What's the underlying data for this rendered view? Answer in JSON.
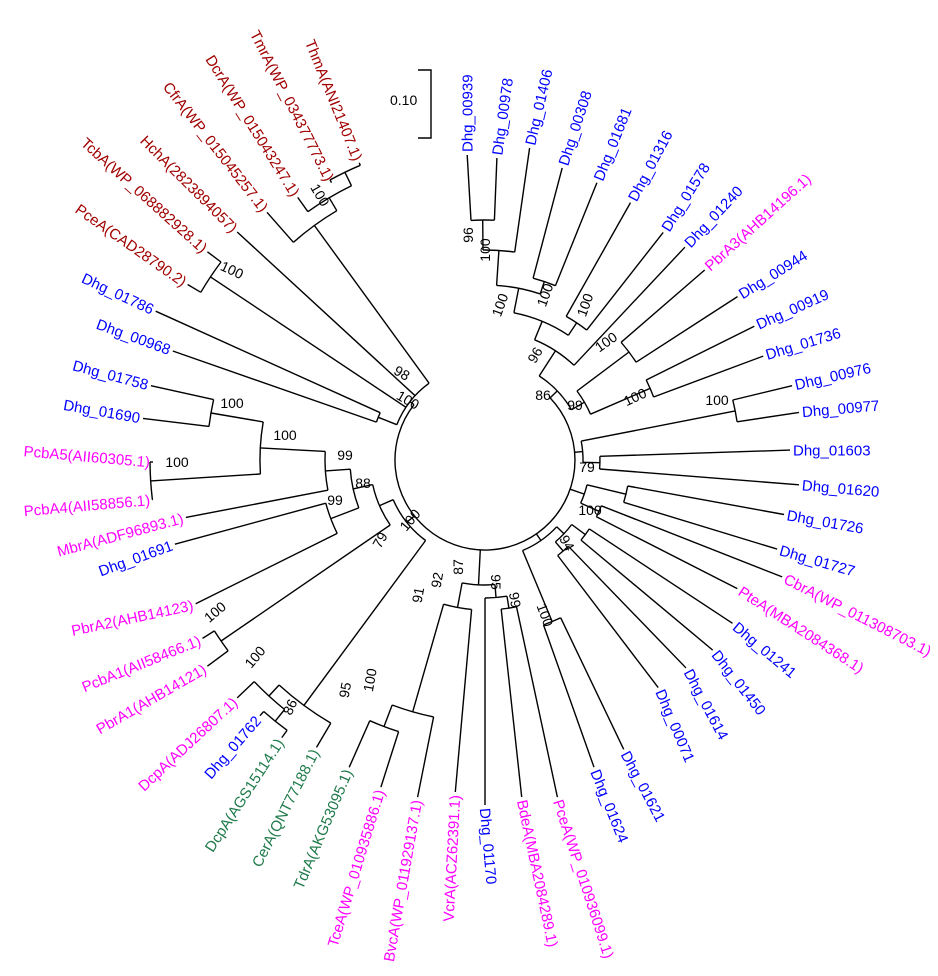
{
  "colors": {
    "dhg": "#0000ff",
    "other": "#ff00ff",
    "red": "#a00000",
    "green": "#1f7a4a"
  },
  "scale_bar": {
    "label": "0.10"
  },
  "leaves": [
    {
      "name": "Dhg_00939",
      "group": "dhg"
    },
    {
      "name": "Dhg_00978",
      "group": "dhg"
    },
    {
      "name": "Dhg_01406",
      "group": "dhg"
    },
    {
      "name": "Dhg_00308",
      "group": "dhg"
    },
    {
      "name": "Dhg_01681",
      "group": "dhg"
    },
    {
      "name": "Dhg_01316",
      "group": "dhg"
    },
    {
      "name": "Dhg_01578",
      "group": "dhg"
    },
    {
      "name": "Dhg_01240",
      "group": "dhg"
    },
    {
      "name": "PbrA3(AHB14196.1)",
      "group": "other"
    },
    {
      "name": "Dhg_00944",
      "group": "dhg"
    },
    {
      "name": "Dhg_00919",
      "group": "dhg"
    },
    {
      "name": "Dhg_01736",
      "group": "dhg"
    },
    {
      "name": "Dhg_00976",
      "group": "dhg"
    },
    {
      "name": "Dhg_00977",
      "group": "dhg"
    },
    {
      "name": "Dhg_01603",
      "group": "dhg"
    },
    {
      "name": "Dhg_01620",
      "group": "dhg"
    },
    {
      "name": "Dhg_01726",
      "group": "dhg"
    },
    {
      "name": "Dhg_01727",
      "group": "dhg"
    },
    {
      "name": "CbrA(WP_011308703.1)",
      "group": "other"
    },
    {
      "name": "PteA(MBA2084368.1)",
      "group": "other"
    },
    {
      "name": "Dhg_01241",
      "group": "dhg"
    },
    {
      "name": "Dhg_01450",
      "group": "dhg"
    },
    {
      "name": "Dhg_01614",
      "group": "dhg"
    },
    {
      "name": "Dhg_00071",
      "group": "dhg"
    },
    {
      "name": "Dhg_01621",
      "group": "dhg"
    },
    {
      "name": "Dhg_01624",
      "group": "dhg"
    },
    {
      "name": "PceA(WP_010936099.1)",
      "group": "other"
    },
    {
      "name": "BdeA(MBA2084289.1)",
      "group": "other"
    },
    {
      "name": "Dhg_01170",
      "group": "dhg"
    },
    {
      "name": "VcrA(ACZ62391.1)",
      "group": "other"
    },
    {
      "name": "BvcA(WP_011929137.1)",
      "group": "other"
    },
    {
      "name": "TceA(WP_010935886.1)",
      "group": "other"
    },
    {
      "name": "TdrA(AKG53095.1)",
      "group": "green"
    },
    {
      "name": "CerA(QNT77188.1)",
      "group": "green"
    },
    {
      "name": "DcpA(AGS15114.1)",
      "group": "green"
    },
    {
      "name": "Dhg_01762",
      "group": "dhg"
    },
    {
      "name": "DcpA(ADJ26807.1)",
      "group": "other"
    },
    {
      "name": "PbrA1(AHB14121)",
      "group": "other"
    },
    {
      "name": "PcbA1(AII58466.1)",
      "group": "other"
    },
    {
      "name": "PbrA2(AHB14123)",
      "group": "other"
    },
    {
      "name": "Dhg_01691",
      "group": "dhg"
    },
    {
      "name": "MbrA(ADF96893.1)",
      "group": "other"
    },
    {
      "name": "PcbA4(AII58856.1)",
      "group": "other"
    },
    {
      "name": "PcbA5(AII60305.1)",
      "group": "other"
    },
    {
      "name": "Dhg_01690",
      "group": "dhg"
    },
    {
      "name": "Dhg_01758",
      "group": "dhg"
    },
    {
      "name": "Dhg_00968",
      "group": "dhg"
    },
    {
      "name": "Dhg_01786",
      "group": "dhg"
    },
    {
      "name": "PceA(CAD28790.2)",
      "group": "red"
    },
    {
      "name": "TcbA(WP_068882928.1)",
      "group": "red"
    },
    {
      "name": "HchA(2823894057)",
      "group": "red"
    },
    {
      "name": "CfrA(WP_015045257.1)",
      "group": "red"
    },
    {
      "name": "DcrA(WP_015043247.1)",
      "group": "red"
    },
    {
      "name": "TmrA(WP_034377773.1)",
      "group": "red"
    },
    {
      "name": "ThmA(ANI21407.1)",
      "group": "red"
    }
  ],
  "bootstrap": [
    "100",
    "100",
    "98",
    "100",
    "100",
    "100",
    "100",
    "99",
    "88",
    "99",
    "79",
    "100",
    "100",
    "100",
    "86",
    "95",
    "100",
    "91",
    "92",
    "87",
    "95",
    "99",
    "100",
    "94",
    "100",
    "79",
    "100",
    "100",
    "99",
    "100",
    "86",
    "96",
    "100",
    "100",
    "100",
    "100",
    "96"
  ]
}
